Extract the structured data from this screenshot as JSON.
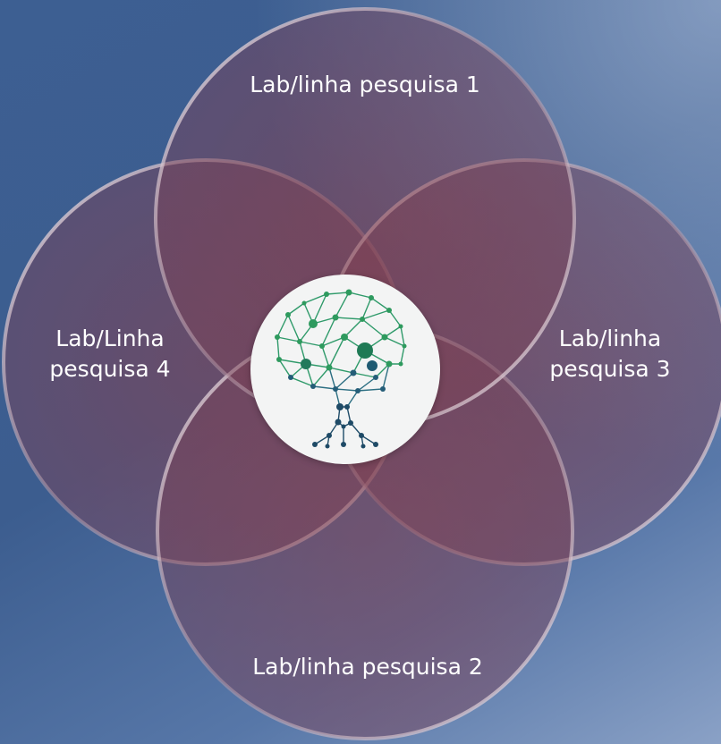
{
  "diagram": {
    "circles": [
      {
        "id": "1",
        "label": "Lab/linha pesquisa 1"
      },
      {
        "id": "2",
        "label": "Lab/linha pesquisa 2"
      },
      {
        "id": "3",
        "label": "Lab/linha\npesquisa 3"
      },
      {
        "id": "4",
        "label": "Lab/Linha\npesquisa 4"
      }
    ],
    "center": {
      "icon": "brain-tree-network-logo"
    }
  },
  "colors": {
    "background": "#3d5f92",
    "circle_fill": "#8a4a5a",
    "circle_edge": "#d9c9d1",
    "logo_green": "#2e9a5a",
    "logo_blue": "#1e4f6e",
    "badge": "#f3f4f4"
  }
}
